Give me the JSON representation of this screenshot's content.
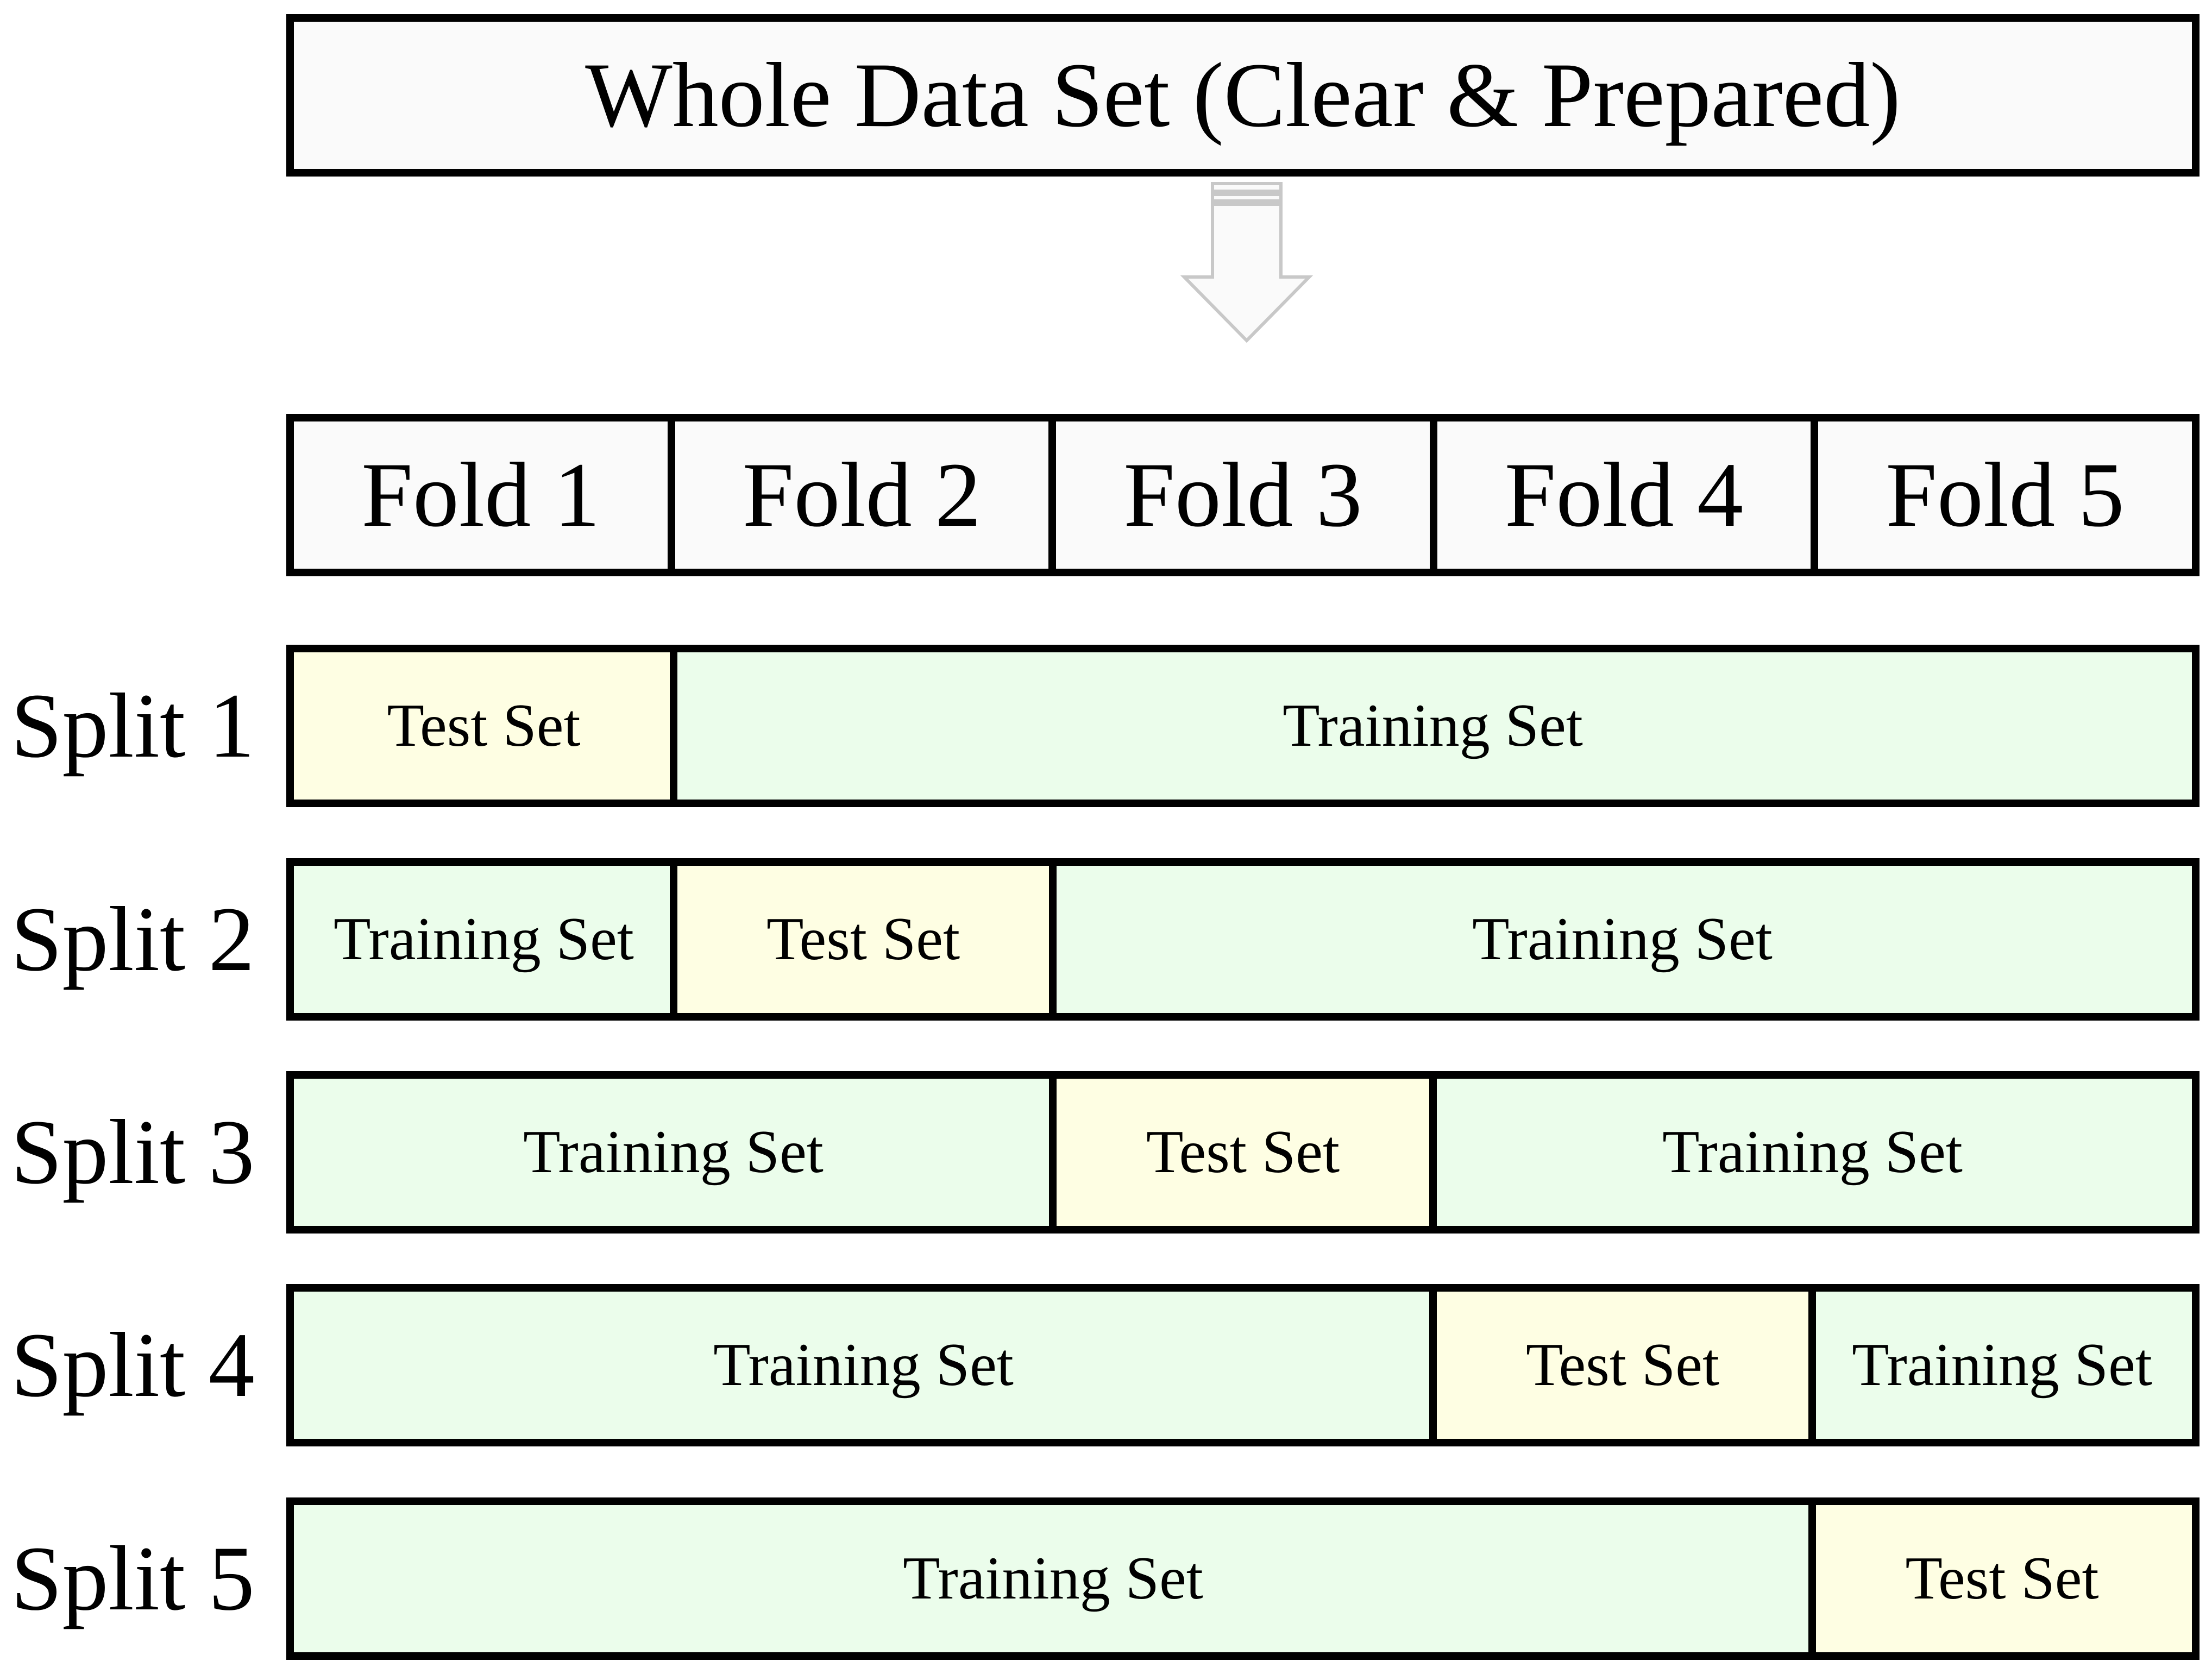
{
  "whole_data_set": "Whole Data Set (Clear & Prepared)",
  "folds": [
    "Fold 1",
    "Fold 2",
    "Fold 3",
    "Fold 4",
    "Fold 5"
  ],
  "splits": [
    {
      "label": "Split 1",
      "segments": [
        {
          "type": "test",
          "text": "Test Set",
          "folds": 1
        },
        {
          "type": "train",
          "text": "Training Set",
          "folds": 4
        }
      ]
    },
    {
      "label": "Split 2",
      "segments": [
        {
          "type": "train",
          "text": "Training Set",
          "folds": 1
        },
        {
          "type": "test",
          "text": "Test Set",
          "folds": 1
        },
        {
          "type": "train",
          "text": "Training Set",
          "folds": 3
        }
      ]
    },
    {
      "label": "Split 3",
      "segments": [
        {
          "type": "train",
          "text": "Training Set",
          "folds": 2
        },
        {
          "type": "test",
          "text": "Test Set",
          "folds": 1
        },
        {
          "type": "train",
          "text": "Training Set",
          "folds": 2
        }
      ]
    },
    {
      "label": "Split 4",
      "segments": [
        {
          "type": "train",
          "text": "Training Set",
          "folds": 3
        },
        {
          "type": "test",
          "text": "Test Set",
          "folds": 1
        },
        {
          "type": "train",
          "text": "Training Set",
          "folds": 1
        }
      ]
    },
    {
      "label": "Split 5",
      "segments": [
        {
          "type": "train",
          "text": "Training Set",
          "folds": 4
        },
        {
          "type": "test",
          "text": "Test Set",
          "folds": 1
        }
      ]
    }
  ],
  "colors": {
    "training_fill": "#ebfdeb",
    "test_fill": "#fefee3",
    "box_fill": "#fafafa",
    "border": "#000000",
    "arrow_stroke": "#c8c8c8",
    "arrow_fill": "#fafafa"
  },
  "icons": {
    "arrow": "down-arrow-icon"
  }
}
